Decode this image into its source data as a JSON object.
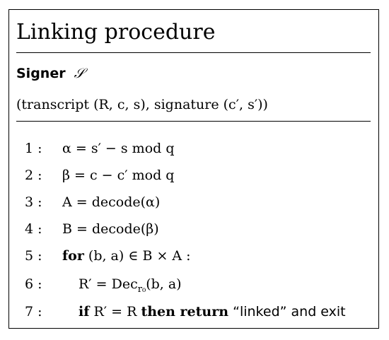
{
  "title": "Linking procedure",
  "signer": {
    "label": "Signer",
    "symbol": "𝒮",
    "inputs": "(transcript (R, c, s), signature (c′, s′))"
  },
  "steps": [
    {
      "num": "1 :",
      "text": "α = s′ − s mod q"
    },
    {
      "num": "2 :",
      "text": "β = c − c′ mod q"
    },
    {
      "num": "3 :",
      "text": "A = decode(α)"
    },
    {
      "num": "4 :",
      "text": "B = decode(β)"
    },
    {
      "num": "5 :",
      "keyword": "for",
      "text": "(b, a) ∈ B × A :"
    },
    {
      "num": "6 :",
      "text": "R′ = Dec",
      "subscript": "r₀",
      "tail": "(b, a)"
    },
    {
      "num": "7 :",
      "keyword": "if",
      "text": "R′ = R",
      "keyword2": "then return",
      "tail": "“linked” and exit"
    }
  ]
}
